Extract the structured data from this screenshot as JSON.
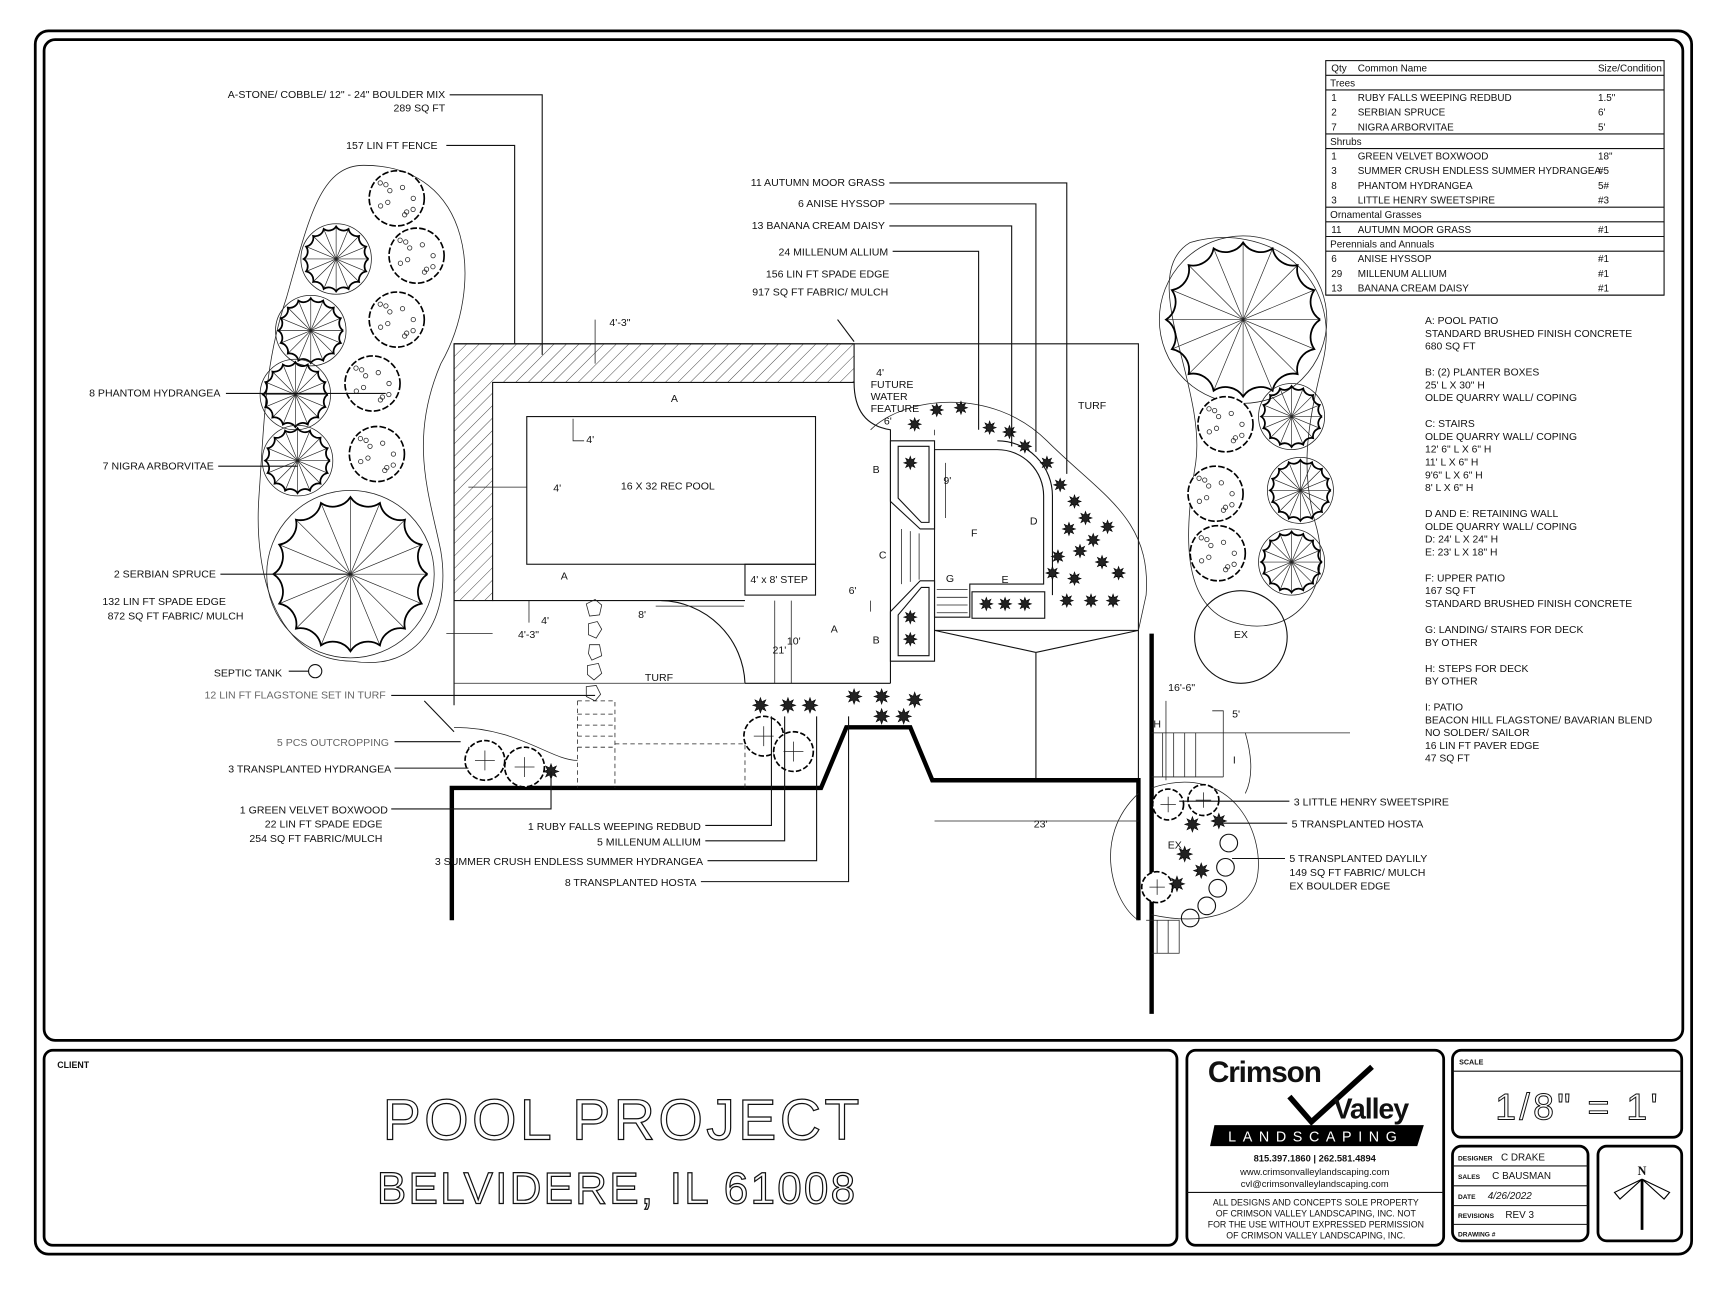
{
  "plant_schedule": {
    "headers": {
      "qty": "Qty",
      "name": "Common Name",
      "size": "Size/Condition"
    },
    "groups": [
      {
        "title": "Trees",
        "rows": [
          {
            "qty": "1",
            "name": "RUBY FALLS WEEPING REDBUD",
            "size": "1.5\""
          },
          {
            "qty": "2",
            "name": "SERBIAN SPRUCE",
            "size": "6'"
          },
          {
            "qty": "7",
            "name": "NIGRA ARBORVITAE",
            "size": "5'"
          }
        ]
      },
      {
        "title": "Shrubs",
        "rows": [
          {
            "qty": "1",
            "name": "GREEN VELVET BOXWOOD",
            "size": "18\""
          },
          {
            "qty": "3",
            "name": "SUMMER CRUSH ENDLESS SUMMER HYDRANGEA",
            "size": "#5"
          },
          {
            "qty": "8",
            "name": "PHANTOM HYDRANGEA",
            "size": "5#"
          },
          {
            "qty": "3",
            "name": "LITTLE HENRY SWEETSPIRE",
            "size": "#3"
          }
        ]
      },
      {
        "title": "Ornamental Grasses",
        "rows": [
          {
            "qty": "11",
            "name": "AUTUMN MOOR GRASS",
            "size": "#1"
          }
        ]
      },
      {
        "title": "Perennials and Annuals",
        "rows": [
          {
            "qty": "6",
            "name": "ANISE HYSSOP",
            "size": "#1"
          },
          {
            "qty": "29",
            "name": "MILLENUM ALLIUM",
            "size": "#1"
          },
          {
            "qty": "13",
            "name": "BANANA CREAM DAISY",
            "size": "#1"
          }
        ]
      }
    ]
  },
  "notes": [
    [
      "A: POOL PATIO",
      "STANDARD BRUSHED FINISH CONCRETE",
      "680 SQ FT"
    ],
    [
      "B: (2) PLANTER BOXES",
      "25' L X 30\" H",
      "OLDE QUARRY WALL/ COPING"
    ],
    [
      "C: STAIRS",
      "OLDE QUARRY WALL/ COPING",
      "12' 6\" L X 6\" H",
      "11' L X 6\" H",
      "9'6\" L X 6\" H",
      "8' L X 6\" H"
    ],
    [
      "D AND E: RETAINING WALL",
      "OLDE QUARRY WALL/ COPING",
      "D: 24' L X 24\" H",
      "E: 23' L X 18\" H"
    ],
    [
      "F: UPPER PATIO",
      "167 SQ FT",
      "STANDARD BRUSHED FINISH CONCRETE"
    ],
    [
      "G: LANDING/ STAIRS FOR DECK",
      "BY OTHER"
    ],
    [
      "H: STEPS FOR DECK",
      "BY OTHER"
    ],
    [
      "I: PATIO",
      "BEACON HILL FLAGSTONE/ BAVARIAN BLEND",
      "NO SOLDER/ SAILOR",
      "16 LIN FT PAVER EDGE",
      "47 SQ FT"
    ]
  ],
  "callouts": {
    "stone_mix": "A-STONE/ COBBLE/ 12\" - 24\" BOULDER MIX",
    "stone_area": "289 SQ FT",
    "fence": "157 LIN FT FENCE",
    "phantom": "8 PHANTOM HYDRANGEA",
    "arborvitae": "7 NIGRA ARBORVITAE",
    "spruce": "2 SERBIAN SPRUCE",
    "left_edge": "132 LIN FT SPADE EDGE",
    "left_mulch": "872 SQ FT FABRIC/ MULCH",
    "septic": "SEPTIC TANK",
    "flagstone": "12 LIN FT FLAGSTONE SET IN TURF",
    "outcropping": "5 PCS OUTCROPPING",
    "transplanted_hydrangea": "3 TRANSPLANTED HYDRANGEA",
    "boxwood": "1 GREEN VELVET BOXWOOD",
    "bl_edge": "22 LIN FT SPADE EDGE",
    "bl_mulch": "254 SQ FT FABRIC/MULCH",
    "redbud": "1 RUBY FALLS WEEPING REDBUD",
    "allium5": "5 MILLENUM ALLIUM",
    "summer_crush": "3 SUMMER CRUSH ENDLESS SUMMER HYDRANGEA",
    "hosta8": "8 TRANSPLANTED HOSTA",
    "moor_grass": "11 AUTUMN MOOR GRASS",
    "hyssop": "6 ANISE HYSSOP",
    "daisy": "13 BANANA CREAM DAISY",
    "allium24": "24 MILLENUM ALLIUM",
    "mid_edge": "156 LIN FT SPADE EDGE",
    "mid_mulch": "917 SQ FT FABRIC/ MULCH",
    "sweetspire": "3 LITTLE HENRY SWEETSPIRE",
    "hosta5": "5 TRANSPLANTED HOSTA",
    "daylily": "5 TRANSPLANTED DAYLILY",
    "right_mulch": "149 SQ FT FABRIC/ MULCH",
    "boulder_edge": "EX BOULDER EDGE"
  },
  "plan": {
    "pool": "16 X 32 REC POOL",
    "step": "4' x 8' STEP",
    "turf": "TURF",
    "water_feature": [
      "FUTURE",
      "WATER",
      "FEATURE"
    ],
    "areas": {
      "a": "A",
      "b": "B",
      "c": "C",
      "d": "D",
      "e": "E",
      "f": "F",
      "g": "G",
      "h": "H",
      "i": "I",
      "ex": "EX"
    },
    "dims": {
      "d43": "4'-3\"",
      "d4": "4'",
      "d6": "6'",
      "d8": "8'",
      "d9": "9'",
      "d10": "10'",
      "d21": "21'",
      "d165": "16'-6\"",
      "d5": "5'",
      "d23": "23'"
    }
  },
  "title_block": {
    "client_label": "CLIENT",
    "project": "POOL PROJECT",
    "location": "BELVIDERE, IL 61008",
    "company": {
      "word1": "Crimson",
      "word2": "Valley",
      "word3": "LANDSCAPING",
      "phones": "815.397.1860 | 262.581.4894",
      "web": "www.crimsonvalleylandscaping.com",
      "email": "cvl@crimsonvalleylandscaping.com",
      "disclaimer": [
        "ALL DESIGNS AND CONCEPTS SOLE PROPERTY",
        "OF CRIMSON VALLEY LANDSCAPING, INC. NOT",
        "FOR THE USE WITHOUT EXPRESSED PERMISSION",
        "OF CRIMSON VALLEY LANDSCAPING, INC."
      ]
    },
    "scale_label": "SCALE",
    "scale": "1/8\" = 1'",
    "designer_label": "DESIGNER",
    "designer": "C DRAKE",
    "sales_label": "SALES",
    "sales": "C BAUSMAN",
    "date_label": "DATE",
    "date": "4/26/2022",
    "revisions_label": "REVISIONS",
    "revision": "REV 3",
    "drawing_label": "DRAWING #",
    "north": "N"
  }
}
